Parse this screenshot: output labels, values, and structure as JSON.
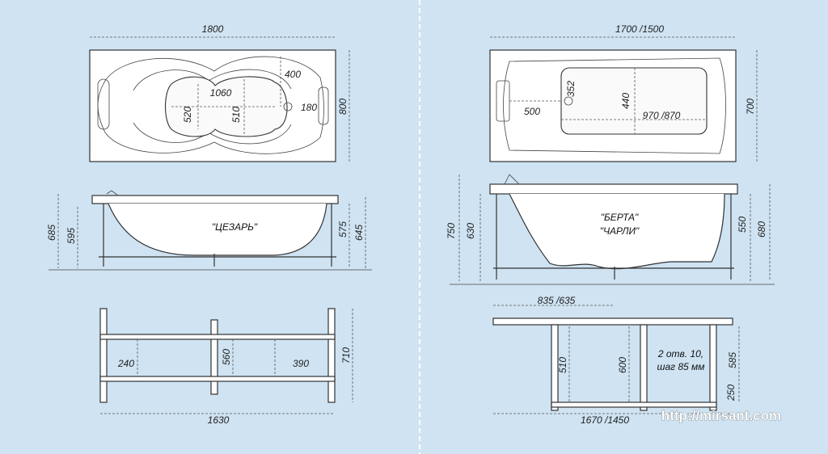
{
  "colors": {
    "background": "#cfe3f2",
    "drawing_fill": "#ffffff",
    "line": "#333333",
    "divider": "#ffffff"
  },
  "left": {
    "top": {
      "length": "1800",
      "inner_length": "1060",
      "inner_width": "520",
      "mid_width": "510",
      "armrest": "400",
      "drain": "180",
      "width": "800"
    },
    "side": {
      "model": "\"ЦЕЗАРЬ\"",
      "total_height": "685",
      "frame_height": "595",
      "rim_height": "575",
      "outer_height": "645"
    },
    "frame": {
      "span_left": "240",
      "span_mid": "560",
      "span_right": "390",
      "width": "710",
      "length": "1630"
    }
  },
  "right": {
    "top": {
      "length": "1700 /1500",
      "drain_offset": "500",
      "drain_diam": "352",
      "inner_width": "440",
      "inner_length": "970 /870",
      "width": "700"
    },
    "side": {
      "model_1": "\"БЕРТА\"",
      "model_2": "\"ЧАРЛИ\"",
      "total_height": "750",
      "frame_height": "630",
      "rim_height": "550",
      "outer_height": "680"
    },
    "frame": {
      "top_span": "835 /635",
      "leg_a": "510",
      "leg_b": "600",
      "note_1": "2 отв. 10,",
      "note_2": "шаг 85 мм",
      "height_1": "585",
      "height_2": "250",
      "length": "1670 /1450"
    }
  },
  "watermark": "http://mirsant.com"
}
